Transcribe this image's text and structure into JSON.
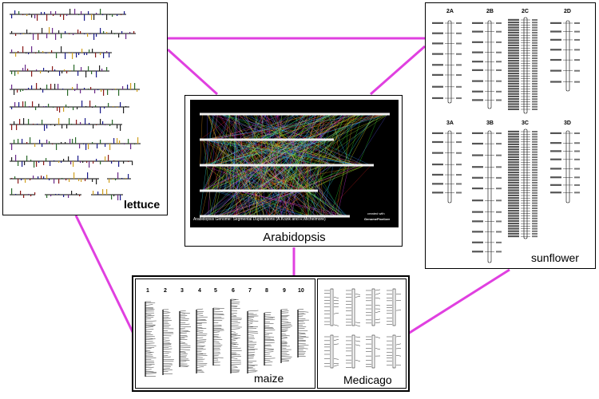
{
  "colors": {
    "connector": "#e040e0",
    "arabidopsis_bg": "#000000"
  },
  "lettuce": {
    "label": "lettuce"
  },
  "arabidopsis": {
    "label": "Arabidopsis",
    "caption": "Arabidopsis Genome: Segmental Duplications (A.Kozik and R.Michelmore)",
    "credit_line1": "created with",
    "credit_line2": "GenomePixelizer"
  },
  "sunflower": {
    "label": "sunflower",
    "groups_top": [
      "2A",
      "2B",
      "2C",
      "2D"
    ],
    "groups_bottom": [
      "3A",
      "3B",
      "3C",
      "3D"
    ]
  },
  "maize": {
    "label": "maize",
    "chromosomes": [
      "1",
      "2",
      "3",
      "4",
      "5",
      "6",
      "7",
      "8",
      "9",
      "10"
    ]
  },
  "medicago": {
    "label": "Medicago"
  }
}
